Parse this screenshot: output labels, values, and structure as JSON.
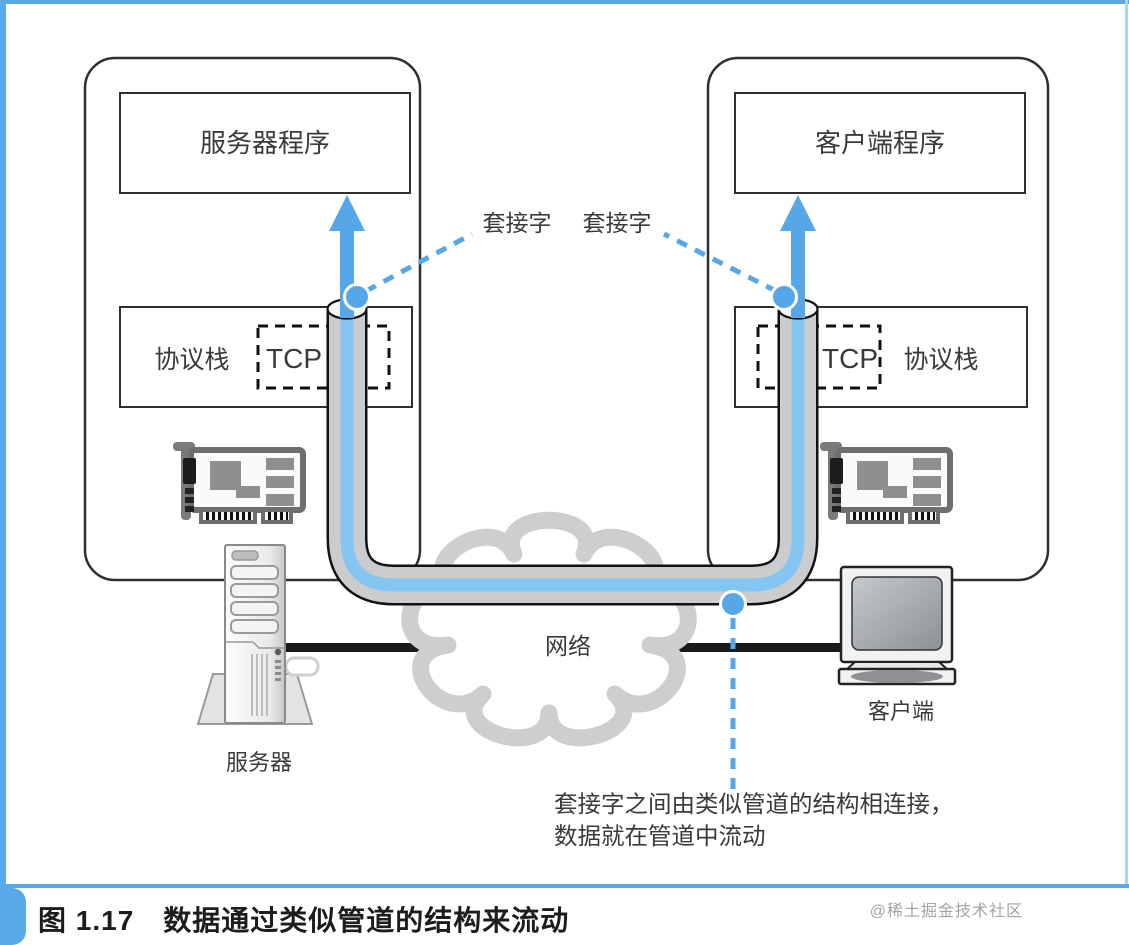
{
  "figure": {
    "caption": "图 1.17　数据通过类似管道的结构来流动",
    "watermark": "@稀土掘金技术社区",
    "network_label": "网络",
    "annotation_line1": "套接字之间由类似管道的结构相连接，",
    "annotation_line2": "数据就在管道中流动",
    "server": {
      "program": "服务器程序",
      "protocol_stack": "协议栈",
      "tcp": "TCP",
      "socket": "套接字",
      "device": "服务器"
    },
    "client": {
      "program": "客户端程序",
      "protocol_stack": "协议栈",
      "tcp": "TCP",
      "socket": "套接字",
      "device": "客户端"
    },
    "colors": {
      "accent_blue": "#55A7E8",
      "pipe_stripe_blue": "#85C5F1",
      "pipe_gray": "#CBCCCE",
      "cloud_gray": "#CECECE",
      "border_blue": "#58A9E8",
      "line_black": "#1B1B1B",
      "watermark_gray": "#A3A3A3"
    }
  }
}
